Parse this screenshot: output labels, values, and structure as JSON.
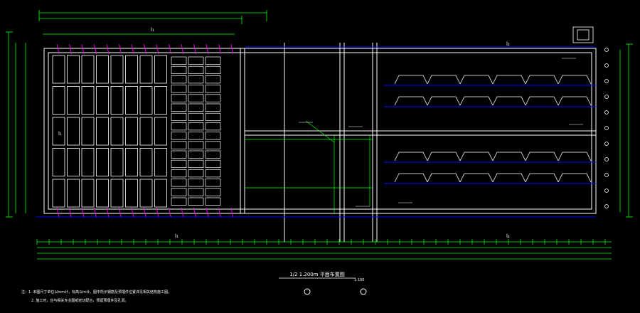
{
  "drawing": {
    "title": "1/2 1.200m 平面布置图",
    "title_scale": "1:100",
    "grid_labels": {
      "top_left": "l₁",
      "top_right": "l₂",
      "bottom_left": "l₁",
      "bottom_right": "l₂",
      "mid_left": "l₁"
    },
    "notes": [
      "注：1. 本图尺寸单位以mm计，标高以m计。图中所示钢筋及预埋件位置详见相关结构施工图。",
      "2. 施工时，应与相关专业图纸密切配合，预留预埋件及孔洞。"
    ],
    "note_markers": [
      "○",
      "○"
    ]
  },
  "colors": {
    "background": "#000000",
    "dimension": "#00ff00",
    "outline": "#ffffff",
    "section": "#ff00ff",
    "axis": "#0000ff",
    "annotation": "#ffff00"
  }
}
